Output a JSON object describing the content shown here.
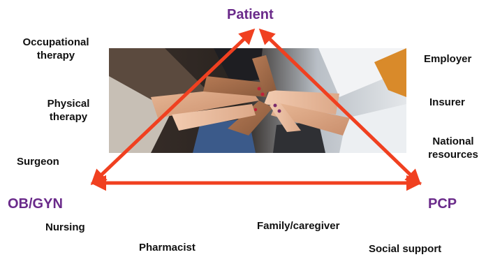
{
  "vertices": {
    "top": "Patient",
    "left": "OB/GYN",
    "right": "PCP"
  },
  "left_labels": {
    "occupational_line1": "Occupational",
    "occupational_line2": "therapy",
    "physical_line1": "Physical",
    "physical_line2": "therapy",
    "surgeon": "Surgeon"
  },
  "right_labels": {
    "employer": "Employer",
    "insurer": "Insurer",
    "national_line1": "National",
    "national_line2": "resources"
  },
  "bottom_labels": {
    "nursing": "Nursing",
    "pharmacist": "Pharmacist",
    "family": "Family/caregiver",
    "social": "Social support"
  },
  "colors": {
    "vertex_text": "#6a2a8a",
    "arrow": "#f04020",
    "label_text": "#111111"
  },
  "image": {
    "subject": "hands-stacked-teamwork-photo"
  }
}
